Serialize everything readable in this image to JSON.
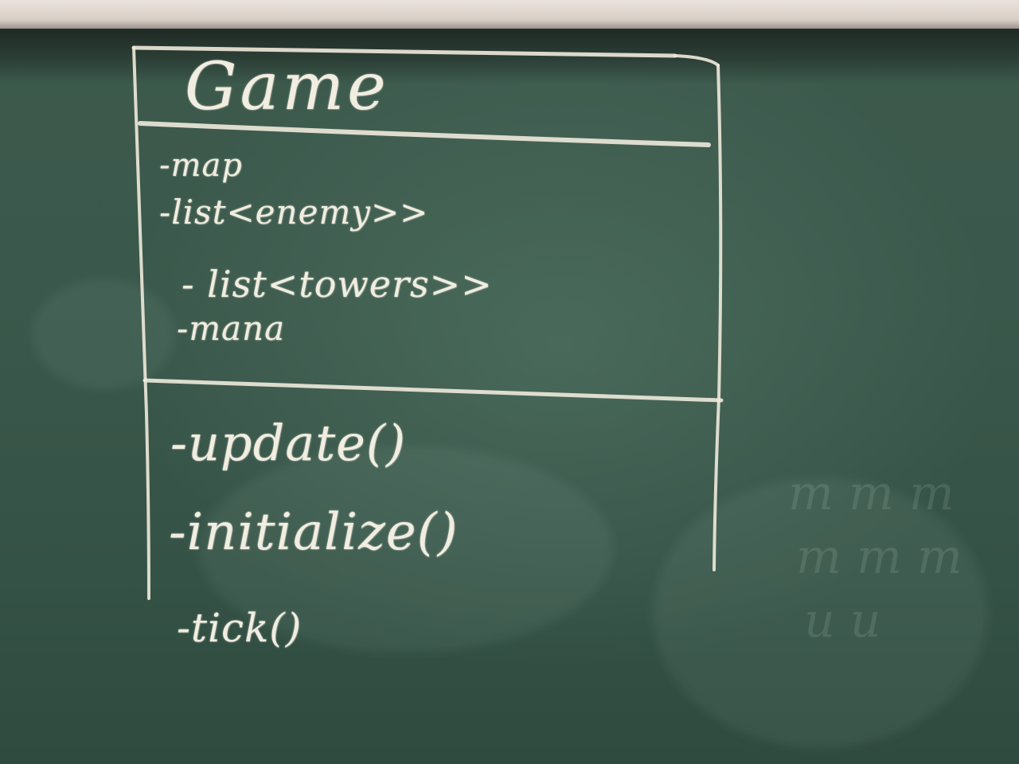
{
  "scene": {
    "description_type": "chalkboard-photo",
    "board_color": "#3a584b",
    "chalk_color": "#f1ede0",
    "tray_color": "#e3dad3"
  },
  "uml_class": {
    "name": "Game",
    "attributes": [
      "-map",
      "-list<enemy>>",
      "- list<towers>>",
      "-mana"
    ],
    "methods": [
      "-update()",
      "-initialize()",
      "-tick()"
    ]
  }
}
